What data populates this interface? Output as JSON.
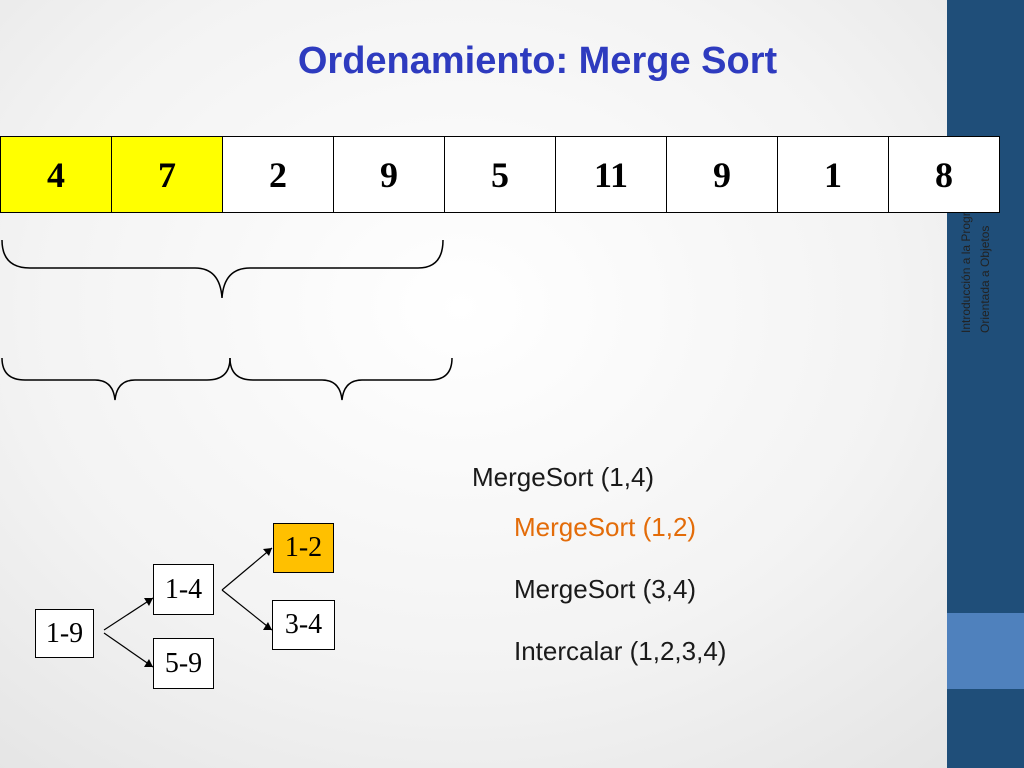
{
  "slide": {
    "title": "Ordenamiento: Merge Sort",
    "sidebar_text": [
      "Introducción a la Programación",
      "Orientada a Objetos"
    ],
    "colors": {
      "title": "#2e3bbf",
      "sidebar": "#1f4e79",
      "sidebar_highlight": "#4f81bd",
      "highlight_cell": "#ffff00",
      "active_node": "#ffc000",
      "current_step": "#e36c09"
    }
  },
  "array": {
    "values": [
      "4",
      "7",
      "2",
      "9",
      "5",
      "11",
      "9",
      "1",
      "8"
    ],
    "highlighted_indices": [
      0,
      1
    ]
  },
  "tree": {
    "root": "1-9",
    "level1": [
      "1-4",
      "5-9"
    ],
    "level2": [
      "1-2",
      "3-4"
    ],
    "active": "1-2"
  },
  "steps": [
    {
      "text": "MergeSort (1,4)",
      "current": false
    },
    {
      "text": "MergeSort (1,2)",
      "current": true
    },
    {
      "text": "MergeSort (3,4)",
      "current": false
    },
    {
      "text": "Intercalar (1,2,3,4)",
      "current": false
    }
  ]
}
